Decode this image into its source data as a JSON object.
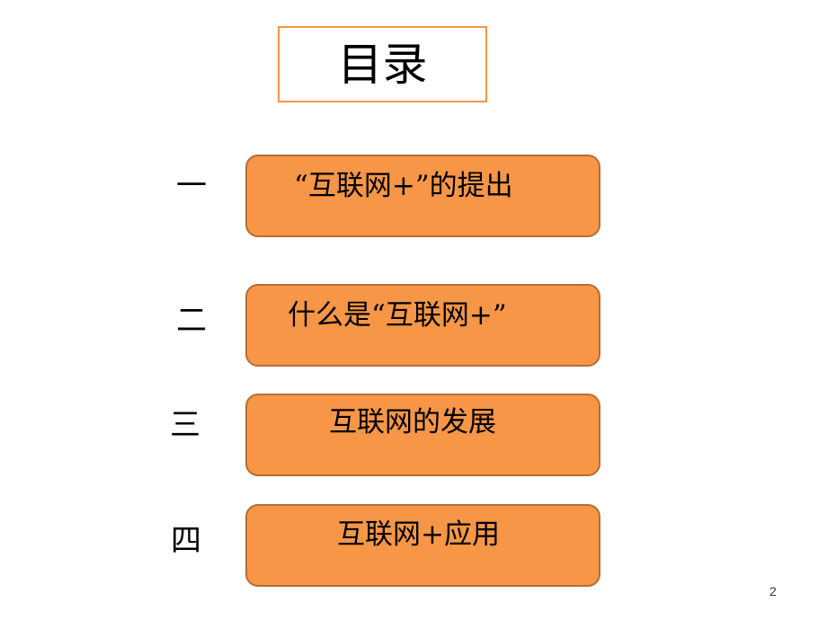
{
  "slide": {
    "title": "目录",
    "page_number": "2",
    "colors": {
      "accent": "#f79646",
      "box_border": "#b66d31"
    },
    "items": [
      {
        "numeral": "一",
        "label": "“互联网+”的提出"
      },
      {
        "numeral": "二",
        "label": "什么是“互联网+”"
      },
      {
        "numeral": "三",
        "label": "互联网的发展"
      },
      {
        "numeral": "四",
        "label": "互联网+应用"
      }
    ]
  }
}
